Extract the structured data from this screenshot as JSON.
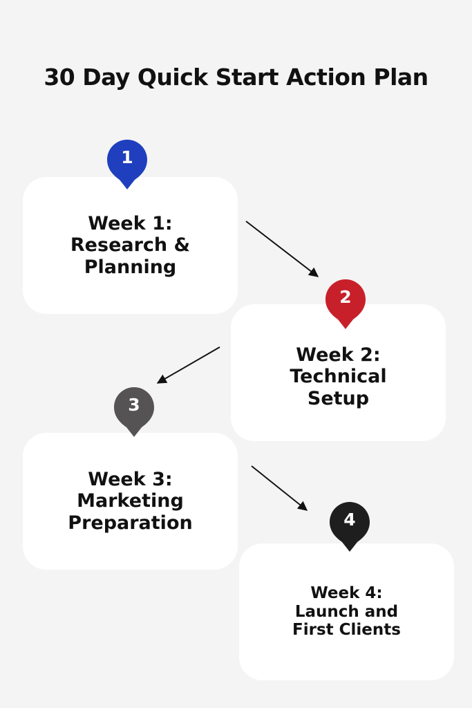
{
  "title": "30 Day Quick Start Action Plan",
  "steps": [
    {
      "number": "1",
      "lines": [
        "Week 1:",
        "Research &",
        "Planning"
      ],
      "color": "#1f3fbf"
    },
    {
      "number": "2",
      "lines": [
        "Week 2:",
        "Technical",
        "Setup"
      ],
      "color": "#c8202a"
    },
    {
      "number": "3",
      "lines": [
        "Week 3:",
        "Marketing",
        "Preparation"
      ],
      "color": "#555353"
    },
    {
      "number": "4",
      "lines": [
        "Week 4:",
        "Launch and",
        "First Clients"
      ],
      "color": "#1e1e1e"
    }
  ],
  "background_color": "#f4f4f4",
  "card_color": "#ffffff",
  "arrow_color": "#111111",
  "icons": [
    "map-pin-icon",
    "arrow-icon"
  ]
}
